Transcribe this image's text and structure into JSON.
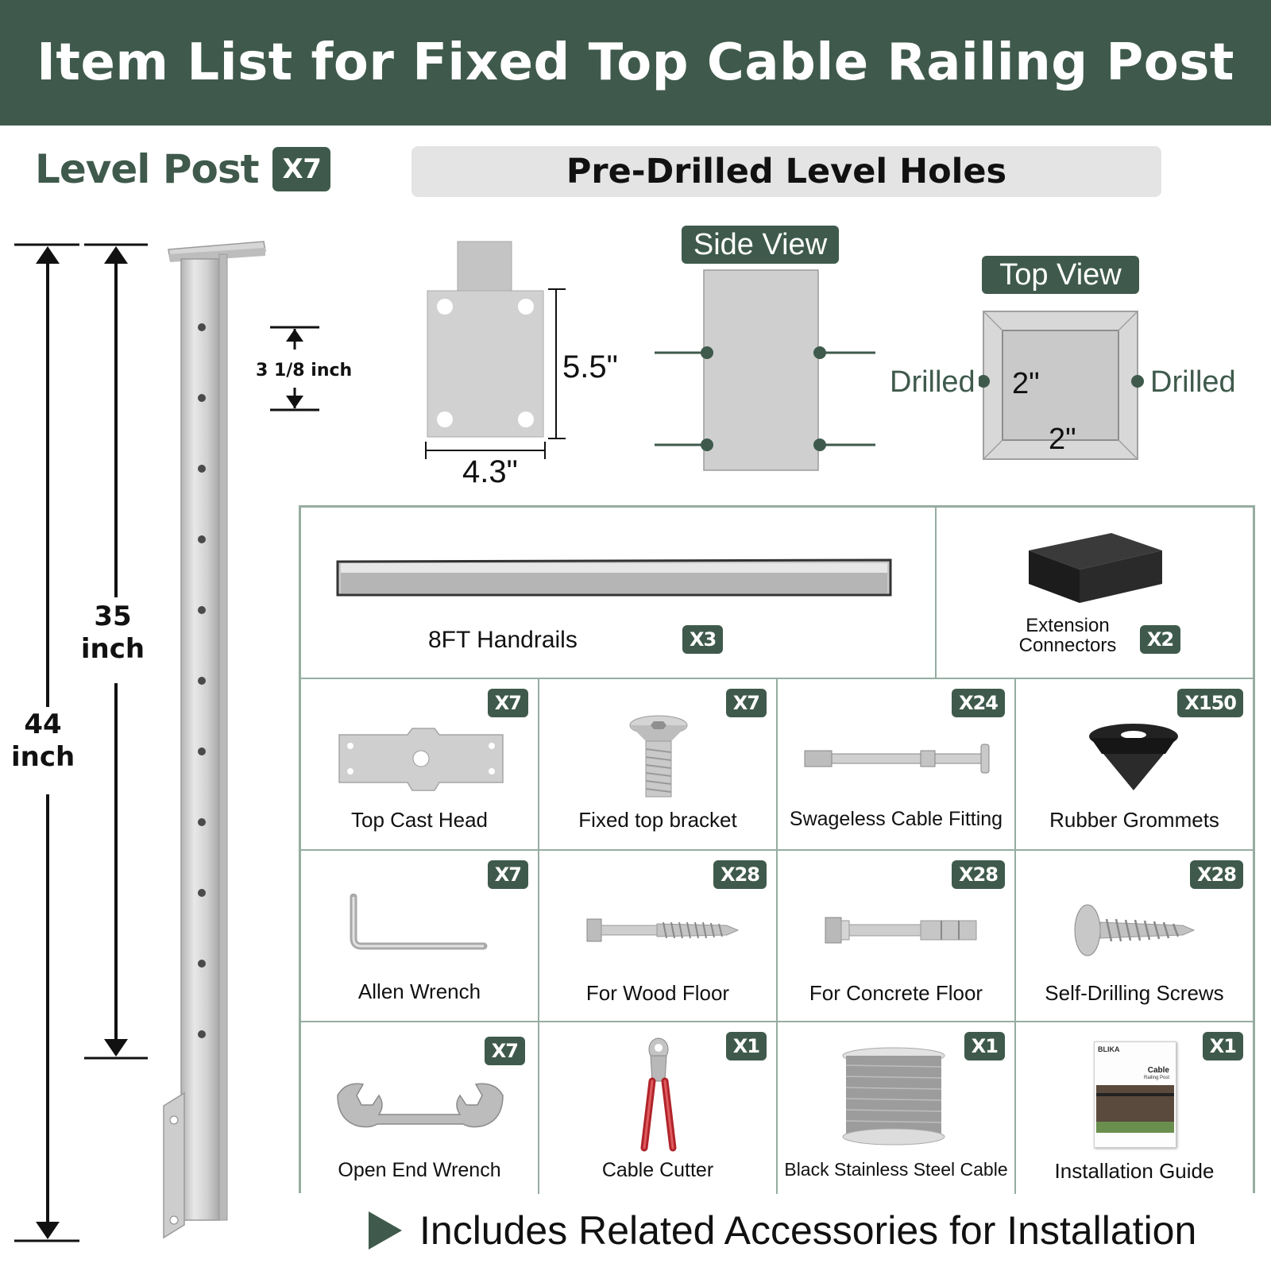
{
  "title": "Item List for Fixed Top Cable Railing Post",
  "level_post": {
    "label": "Level Post",
    "qty": "X7"
  },
  "predrilled_title": "Pre-Drilled Level Holes",
  "dimensions": {
    "total_height": "44\ninch",
    "hole_span": "35\ninch",
    "hole_spacing": "3 1/8 inch",
    "base_width": "4.3\"",
    "base_height": "5.5\""
  },
  "side_view": {
    "label": "Side View"
  },
  "top_view": {
    "label": "Top View",
    "left": "Drilled",
    "right": "Drilled",
    "width": "2\"",
    "depth": "2\""
  },
  "items": [
    {
      "name": "8FT Handrails",
      "qty": "X3",
      "icon": "handrail-icon"
    },
    {
      "name": "Extension\nConnectors",
      "qty": "X2",
      "icon": "connector-block-icon"
    },
    {
      "name": "Top Cast Head",
      "qty": "X7",
      "icon": "cast-head-icon"
    },
    {
      "name": "Fixed top bracket",
      "qty": "X7",
      "icon": "bolt-icon"
    },
    {
      "name": "Swageless Cable Fitting",
      "qty": "X24",
      "icon": "cable-fitting-icon"
    },
    {
      "name": "Rubber Grommets",
      "qty": "X150",
      "icon": "grommet-icon"
    },
    {
      "name": "Allen Wrench",
      "qty": "X7",
      "icon": "allen-wrench-icon"
    },
    {
      "name": "For Wood Floor",
      "qty": "X28",
      "icon": "lag-screw-icon"
    },
    {
      "name": "For Concrete Floor",
      "qty": "X28",
      "icon": "anchor-bolt-icon"
    },
    {
      "name": "Self-Drilling Screws",
      "qty": "X28",
      "icon": "self-drilling-screw-icon"
    },
    {
      "name": "Open End Wrench",
      "qty": "X7",
      "icon": "open-end-wrench-icon"
    },
    {
      "name": "Cable Cutter",
      "qty": "X1",
      "icon": "cable-cutter-icon"
    },
    {
      "name": "Black Stainless Steel Cable",
      "qty": "X1",
      "icon": "cable-spool-icon"
    },
    {
      "name": "Installation Guide",
      "qty": "X1",
      "icon": "guide-booklet-icon"
    }
  ],
  "guide_cover": {
    "brand": "BLIKA",
    "title": "Cable",
    "subtitle": "Railing Post"
  },
  "footer": "Includes Related Accessories for Installation",
  "colors": {
    "brand_green": "#3f5a4c",
    "border": "#96ada1",
    "steel": "#c8c8c8"
  }
}
